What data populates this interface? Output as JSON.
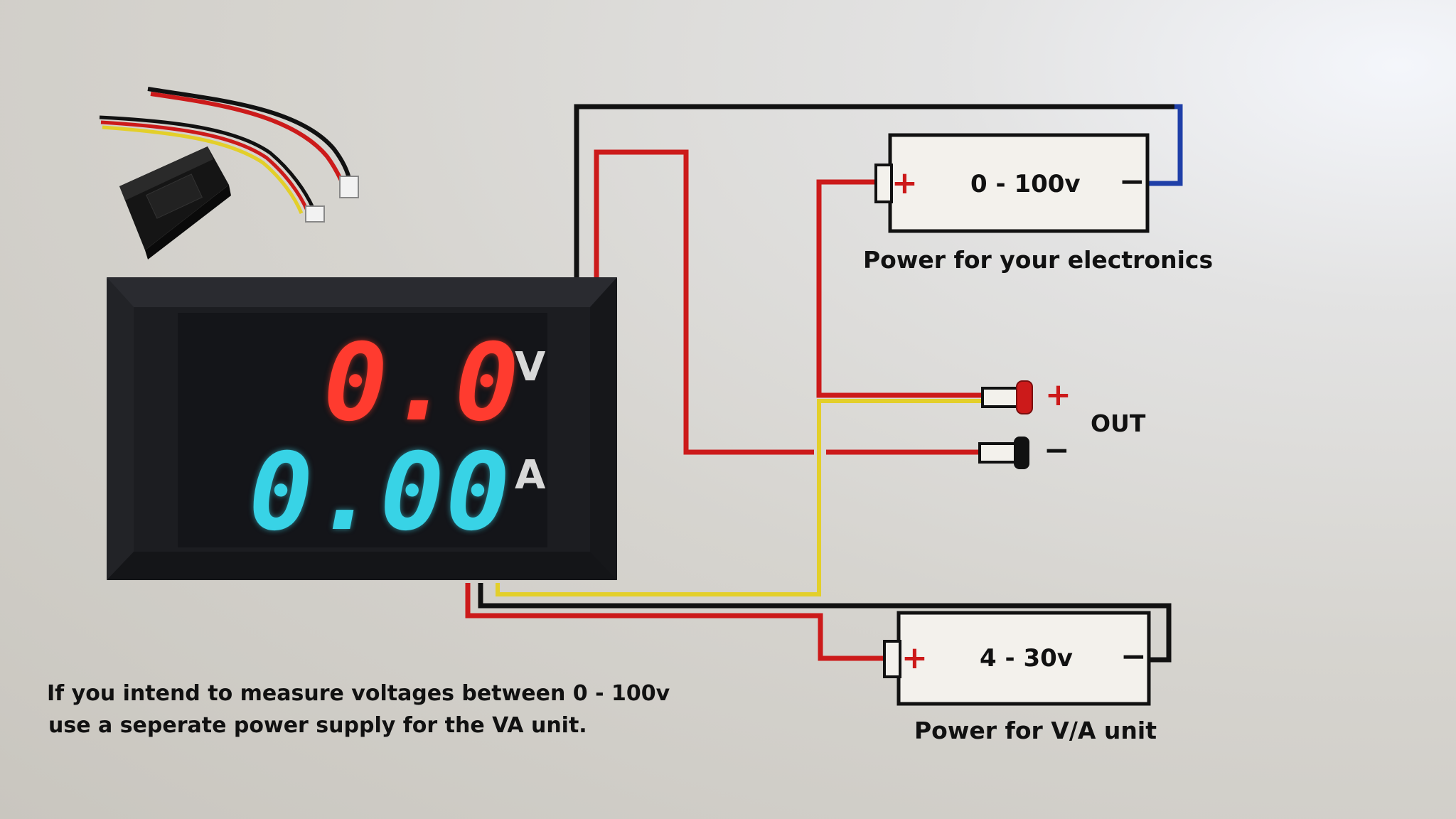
{
  "meter": {
    "voltage_reading": "0.0",
    "current_reading": "0.00",
    "voltage_unit": "V",
    "current_unit": "A",
    "voltage_color": "#ff3b2f",
    "current_color": "#38d3e6"
  },
  "load_supply": {
    "range": "0 - 100v",
    "caption": "Power for your electronics",
    "plus": "+",
    "minus": "−"
  },
  "meter_supply": {
    "range": "4 - 30v",
    "caption": "Power for V/A unit",
    "plus": "+",
    "minus": "−"
  },
  "output": {
    "label": "OUT",
    "plus": "+",
    "minus": "−"
  },
  "note": {
    "line1": "If you intend to measure voltages between 0 - 100v",
    "line2": "use a seperate power supply for the VA unit."
  },
  "wire_colors": {
    "black": "#111111",
    "red": "#cc1a1a",
    "yellow": "#e3cf2a",
    "blue": "#1f3fa8"
  }
}
